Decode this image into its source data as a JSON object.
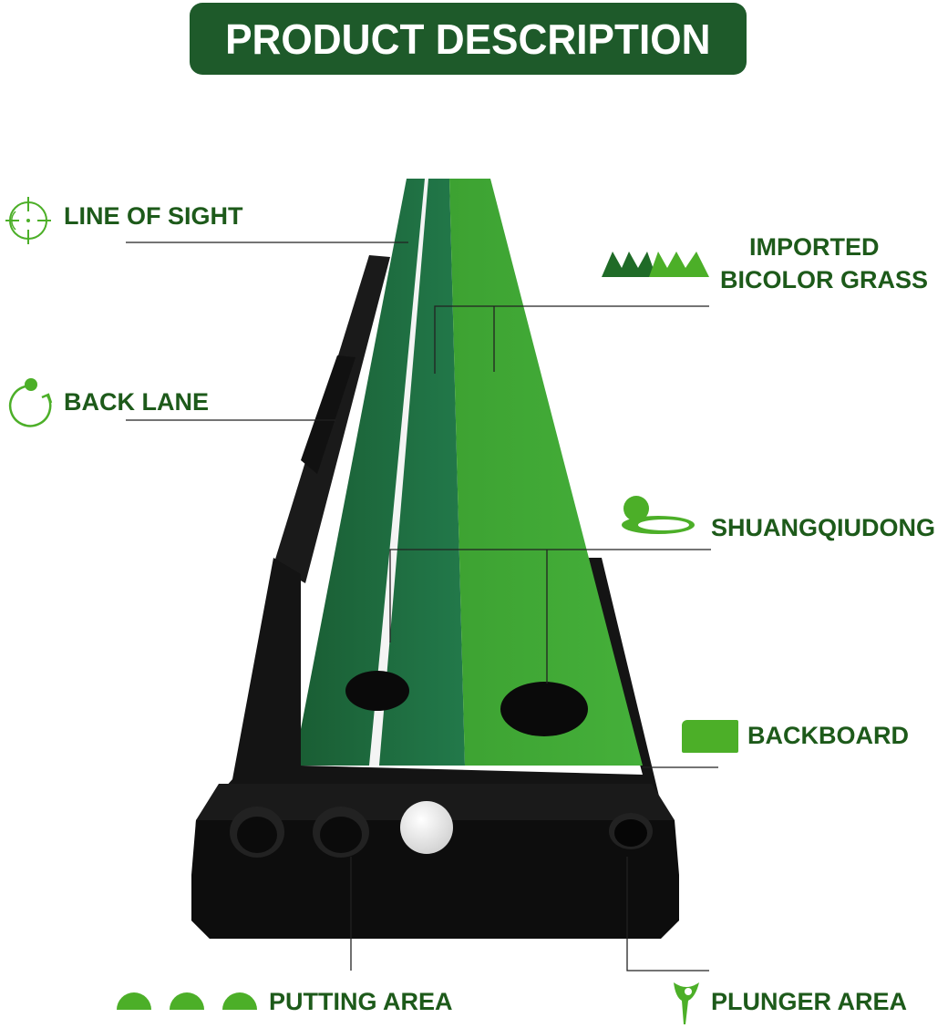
{
  "banner": {
    "title": "PRODUCT DESCRIPTION"
  },
  "labels": {
    "line_of_sight": "LINE OF SIGHT",
    "back_lane": "BACK LANE",
    "imported_grass_line1": "IMPORTED",
    "imported_grass_line2": "BICOLOR GRASS",
    "shuangqiudong": "SHUANGQIUDONG",
    "backboard": "BACKBOARD",
    "putting_area": "PUTTING AREA",
    "plunger_area": "PLUNGER AREA"
  },
  "colors": {
    "banner": "#1e5a2a",
    "label_text": "#1d5a1a",
    "icon_green": "#4caf28",
    "dark_grass": "#1f6b3a",
    "light_grass": "#3fa832",
    "frame": "#121212"
  },
  "icons": [
    "crosshair-icon",
    "circular-arrow-icon",
    "grass-icon",
    "ball-hole-icon",
    "backboard-icon",
    "dome-icon",
    "golf-tee-icon"
  ]
}
